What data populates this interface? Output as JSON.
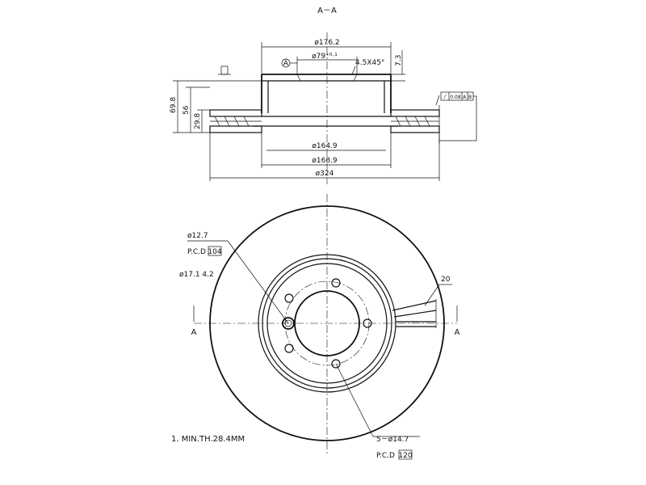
{
  "section": {
    "title": "A－A"
  },
  "side_view": {
    "dims": {
      "d176": "ø176.2",
      "d79": "ø79⁺⁰·¹",
      "chamfer": "4.5X45°",
      "d73": "7.3",
      "h698": "69.8",
      "h56": "56",
      "h298": "29.8",
      "d1649": "ø164.9",
      "d1689": "ø168.9",
      "d324": "ø324"
    },
    "datum_a": "A",
    "tolerance": {
      "symbol": "⁄",
      "value": "0.08",
      "ref1": "A",
      "ref2": "B"
    }
  },
  "front_view": {
    "hole_diameter": "ø12.7",
    "pcd1_prefix": "P.C.D",
    "pcd1_value": "104",
    "hole_spec": "ø17.1   4.2",
    "slot_label": "20",
    "section_a_left": "A",
    "section_a_right": "A",
    "bolt_spec": "5－ø14.7",
    "pcd2_prefix": "P.C.D",
    "pcd2_value": "120"
  },
  "note": "1. MIN.TH.28.4MM"
}
